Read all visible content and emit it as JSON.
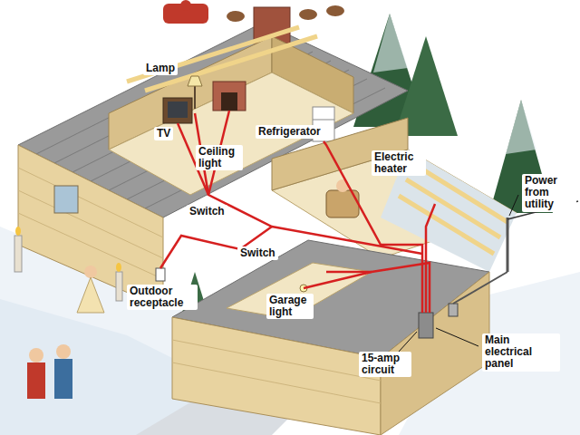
{
  "diagram": {
    "labels": [
      "Lamp",
      "TV",
      "Refrigerator",
      "Ceiling light",
      "Electric heater",
      "Switch",
      "Power from utility",
      "Switch",
      "Garage light",
      "Outdoor receptacle",
      "15-amp circuit",
      "Main electrical panel"
    ]
  }
}
